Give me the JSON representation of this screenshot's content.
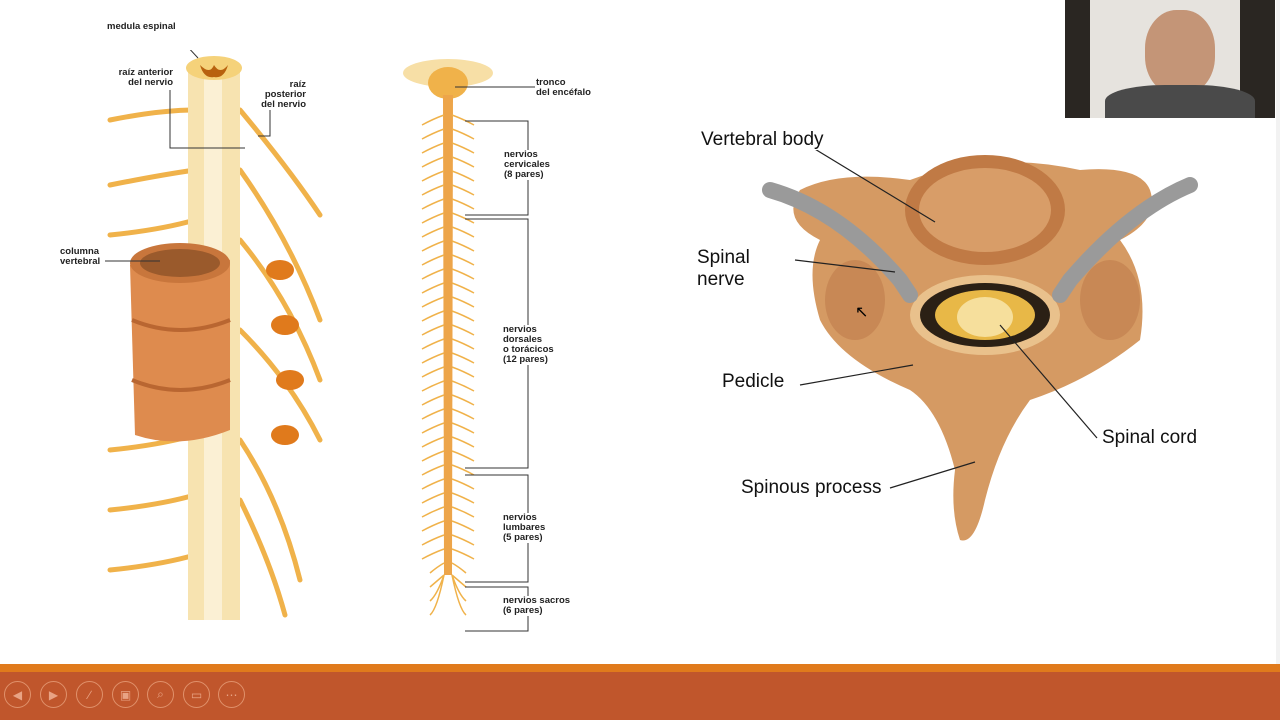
{
  "left_figure": {
    "labels": {
      "medula": "medula espinal",
      "raiz_anterior": "raíz anterior\ndel nervio",
      "raiz_posterior": "raíz\nposterior\ndel nervio",
      "columna": "columna\nvertebral"
    }
  },
  "middle_figure": {
    "labels": {
      "tronco": "tronco\ndel encéfalo",
      "cervicales": "nervios\ncervicales\n(8 pares)",
      "dorsales": "nervios\ndorsales\no torácicos\n(12 pares)",
      "lumbares": "nervios\nlumbares\n(5 pares)",
      "sacros": "nervios sacros\n(6 pares)"
    }
  },
  "right_figure": {
    "labels": {
      "vertebral_body": "Vertebral body",
      "spinal_nerve": "Spinal\nnerve",
      "pedicle": "Pedicle",
      "spinal_cord": "Spinal cord",
      "spinous_process": "Spinous process"
    }
  },
  "toolbar": {
    "buttons": [
      "previous-slide",
      "next-slide",
      "pen",
      "slides",
      "zoom",
      "subtitles",
      "more"
    ],
    "colors": {
      "bar": "#c0562c",
      "accent": "#e07a1c"
    }
  }
}
